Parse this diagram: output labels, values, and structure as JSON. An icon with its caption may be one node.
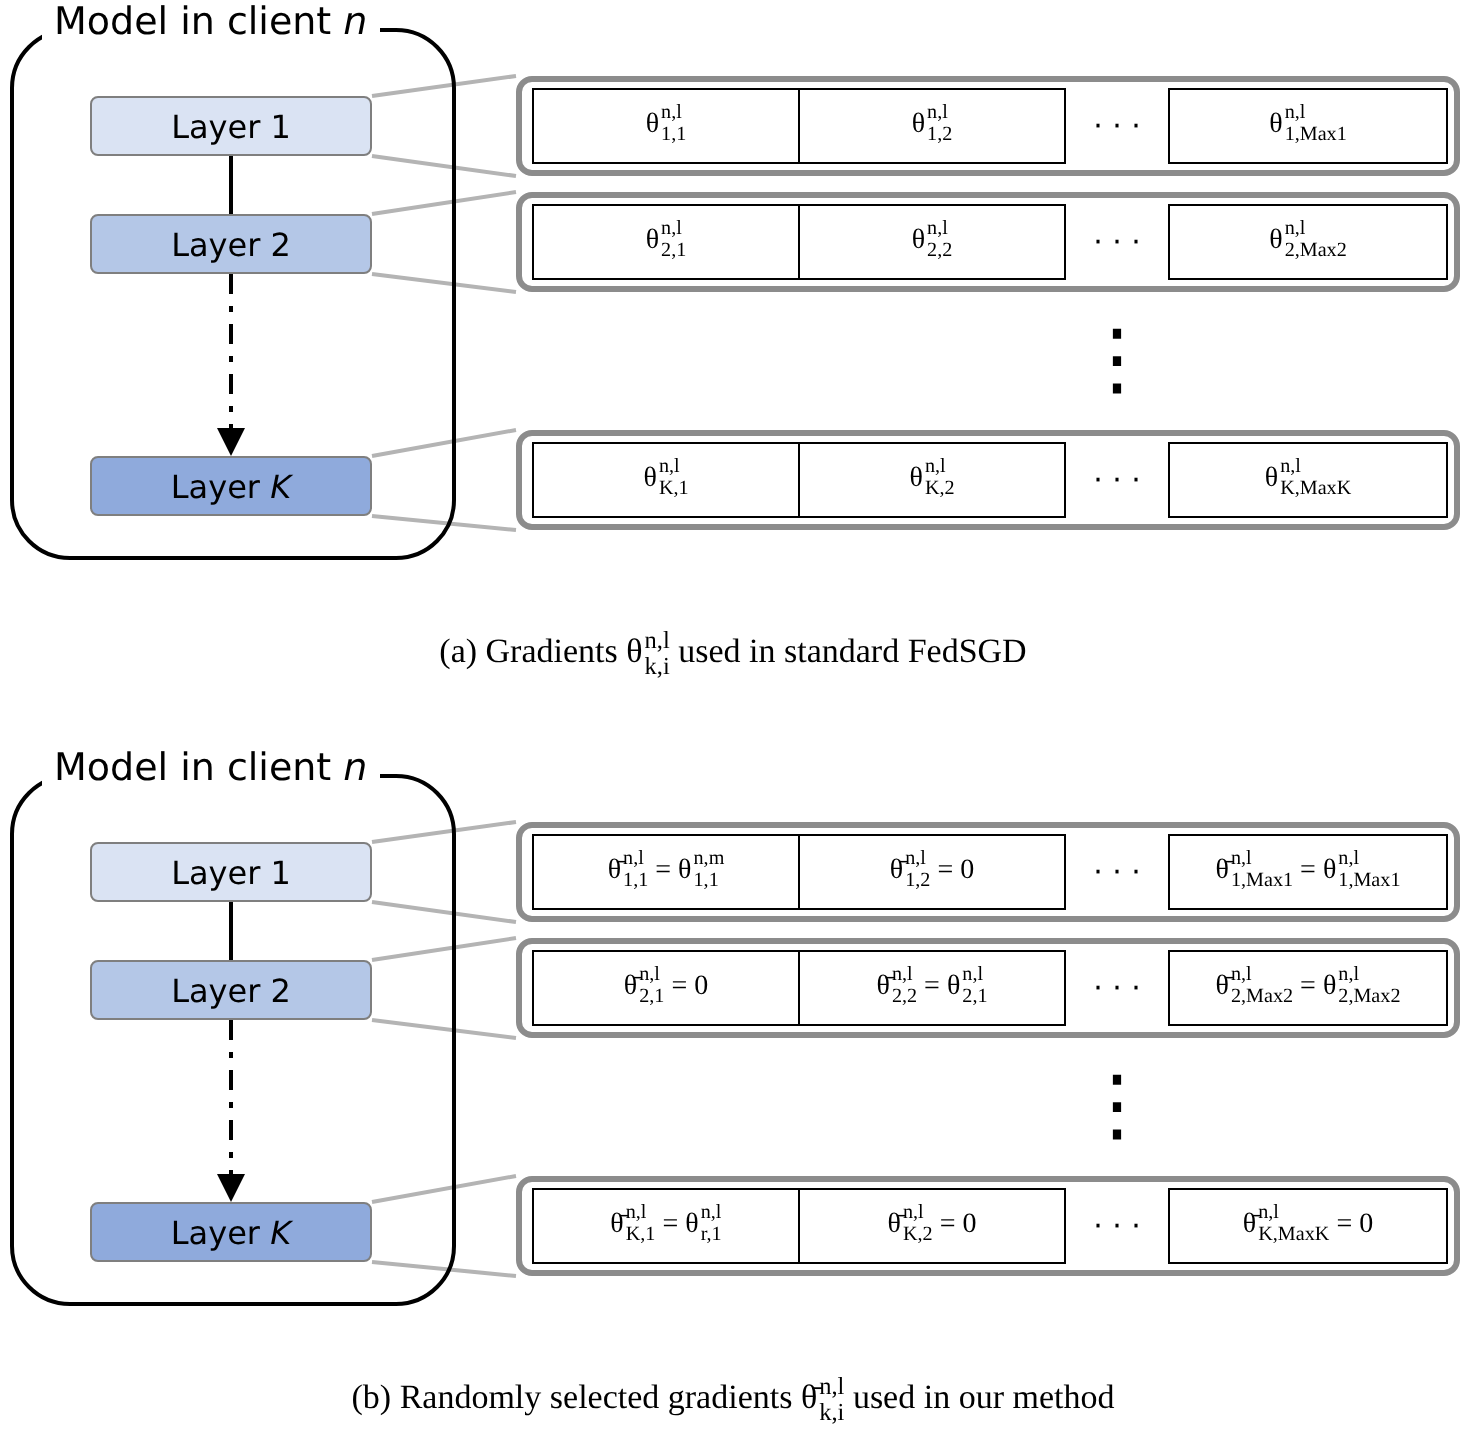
{
  "diagram": {
    "nodes": [
      {
        "text": [
          "Model in client *n*"
        ]
      },
      {
        "text": [
          "Layer 1"
        ],
        "in": 0
      },
      {
        "text": [
          "Layer 2"
        ],
        "in": 0
      },
      {
        "text": [
          "Layer *K*"
        ],
        "in": 0
      },
      {
        "text": [],
        "shape": "box"
      },
      {
        "text": [
          "θ$^{n,l}$$_{1,1}$"
        ],
        "in": 4
      },
      {
        "text": [
          "θ$^{n,l}$$_{1,2}$"
        ],
        "in": 4
      },
      {
        "text": [
          "θ$^{n,l}$$_{1,Max1}$"
        ],
        "in": 4
      },
      {
        "text": [],
        "shape": "box"
      },
      {
        "text": [
          "θ$^{n,l}$$_{2,1}$"
        ],
        "in": 8
      },
      {
        "text": [
          "θ$^{n,l}$$_{2,2}$"
        ],
        "in": 8
      },
      {
        "text": [
          "θ$^{n,l}$$_{2,Max2}$"
        ],
        "in": 8
      },
      {
        "text": [],
        "shape": "box"
      },
      {
        "text": [
          "θ$^{n,l}$$_{K,1}$"
        ],
        "in": 12
      },
      {
        "text": [
          "θ$^{n,l}$$_{K,2}$"
        ],
        "in": 12
      },
      {
        "text": [
          "θ$^{n,l}$$_{K,MaxK}$"
        ],
        "in": 12
      },
      {
        "text": [
          "Model in client *n*"
        ]
      },
      {
        "text": [
          "Layer 1"
        ],
        "in": 16
      },
      {
        "text": [
          "Layer 2"
        ],
        "in": 16
      },
      {
        "text": [
          "Layer *K*"
        ],
        "in": 16
      },
      {
        "text": [],
        "shape": "box"
      },
      {
        "text": [
          "θ̄$^{n,l}$$_{1,1}$ = θ$^{n,m}$$_{1,1}$"
        ],
        "in": 20
      },
      {
        "text": [
          "θ̄$^{n,l}$$_{1,2}$ = 0"
        ],
        "in": 20
      },
      {
        "text": [
          "θ̄$^{n,l}$$_{1,Max1}$ = θ$^{n,l}$$_{1,Max1}$"
        ],
        "in": 20
      },
      {
        "text": [],
        "shape": "box"
      },
      {
        "text": [
          "θ̄$^{n,l}$$_{2,1}$ = 0"
        ],
        "in": 24
      },
      {
        "text": [
          "θ̄$^{n,l}$$_{2,2}$ = θ$^{n,l}$$_{2,1}$"
        ],
        "in": 24
      },
      {
        "text": [
          "θ̄$^{n,l}$$_{2,Max2}$ = θ$^{n,l}$$_{2,Max2}$"
        ],
        "in": 24
      },
      {
        "text": [],
        "shape": "box"
      },
      {
        "text": [
          "θ̄$^{n,l}$$_{K,1}$ = θ$^{n,l}$$_{r,1}$"
        ],
        "in": 28
      },
      {
        "text": [
          "θ̄$^{n,l}$$_{K,2}$ = 0"
        ],
        "in": 28
      },
      {
        "text": [
          "θ̄$^{n,l}$$_{K,MaxK}$ = 0"
        ],
        "in": 28
      }
    ],
    "edges": [
      {
        "from": 1,
        "to": 2,
        "arrow": "none",
        "color": "#000000"
      },
      {
        "from": 2,
        "to": 3,
        "arrow": "to",
        "style": "dashed",
        "color": "#000000"
      },
      {
        "from": 1,
        "to": 4,
        "arrow": "none"
      },
      {
        "from": 2,
        "to": 8,
        "arrow": "none"
      },
      {
        "from": 3,
        "to": 12,
        "arrow": "none"
      },
      {
        "from": 17,
        "to": 18,
        "arrow": "none",
        "color": "#000000"
      },
      {
        "from": 18,
        "to": 19,
        "arrow": "to",
        "style": "dashed",
        "color": "#000000"
      },
      {
        "from": 17,
        "to": 20,
        "arrow": "none"
      },
      {
        "from": 18,
        "to": 24,
        "arrow": "none"
      },
      {
        "from": 19,
        "to": 28,
        "arrow": "none"
      }
    ],
    "labels": [
      "· · ·",
      "· · ·",
      "⋮",
      "· · ·",
      "(a) Gradients θ$^{n,l}$$_{k,i}$ used in standard FedSGD",
      "· · ·",
      "· · ·",
      "⋮",
      "· · ·",
      "(b) Randomly selected gradients θ̄$^{n,l}$$_{k,i}$ used in our method"
    ]
  }
}
